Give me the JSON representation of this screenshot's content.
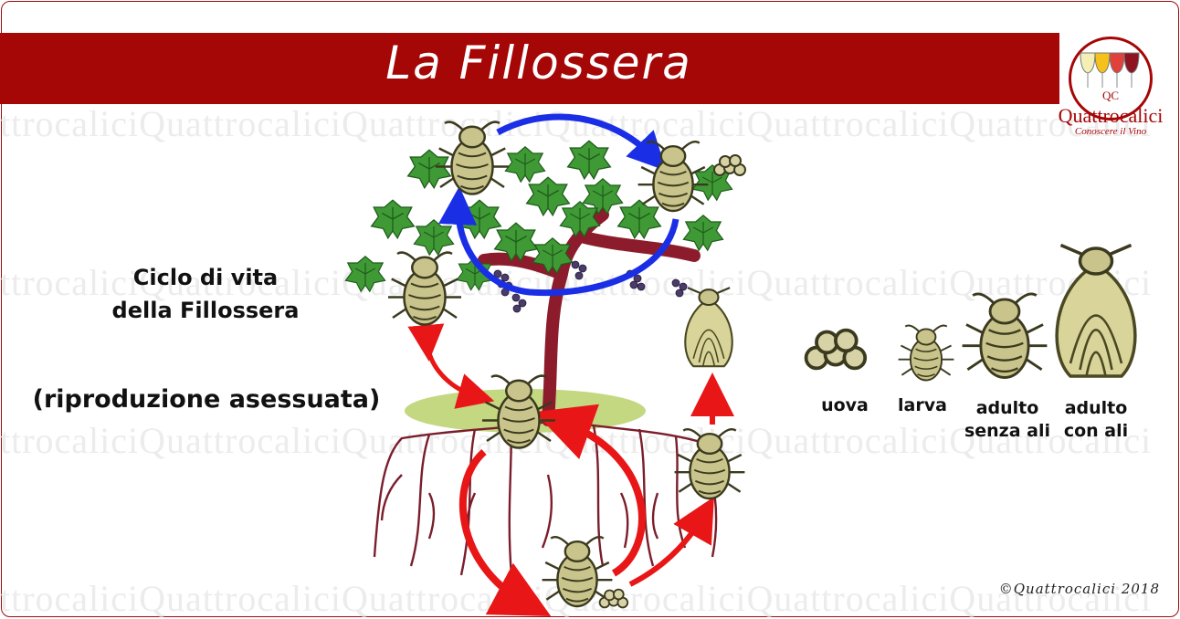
{
  "title": "La Fillossera",
  "brand": {
    "name": "Quattrocalici",
    "tagline": "Conoscere il Vino",
    "monogram": "QC",
    "watermark": "ttrocaliciQuattrocaliciQuattrocaliciQuattrocaliciQuattrocaliciQuattrocalici"
  },
  "diagram": {
    "heading_line1": "Ciclo di vita",
    "heading_line2": "della Fillossera",
    "subheading": "(riproduzione asessuata)"
  },
  "legend": [
    {
      "label": "uova",
      "icon": "eggs-icon"
    },
    {
      "label": "larva",
      "icon": "larva-icon"
    },
    {
      "label": "adulto senza ali",
      "line1": "adulto",
      "line2": "senza ali",
      "icon": "wingless-adult-icon"
    },
    {
      "label": "adulto con ali",
      "line1": "adulto",
      "line2": "con ali",
      "icon": "winged-adult-icon"
    }
  ],
  "copyright": "©Quattrocalici 2018",
  "colors": {
    "banner": "#a50606",
    "leaf": "#3f9a36",
    "trunk": "#8c1c2c",
    "insect": "#c9c48c",
    "arrow_red": "#e81616",
    "arrow_blue": "#1a2ee6",
    "ground": "#b9d16a"
  }
}
